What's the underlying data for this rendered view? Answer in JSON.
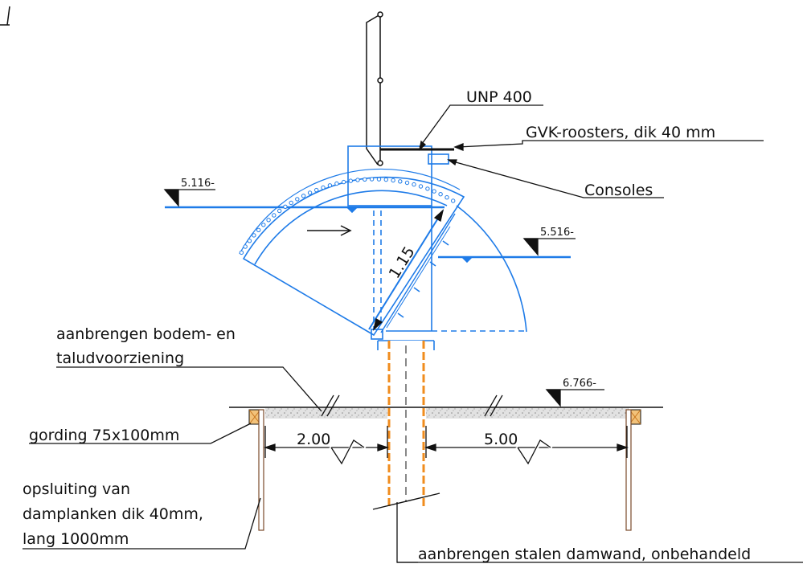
{
  "annotations": {
    "unp": "UNP 400",
    "gvk": "GVK-roosters, dik 40 mm",
    "consoles": "Consoles",
    "bodem_line1": "aanbrengen bodem- en",
    "bodem_line2": "taludvoorziening",
    "gording": "gording 75x100mm",
    "opsluiting_line1": "opsluiting van",
    "opsluiting_line2": "damplanken dik 40mm,",
    "opsluiting_line3": "lang 1000mm",
    "damwand": "aanbrengen stalen damwand, onbehandeld"
  },
  "levels": {
    "left": "5.116-",
    "right": "5.516-",
    "ground": "6.766-"
  },
  "dimensions": {
    "radius": "1.15",
    "left_span": "2.00",
    "right_span": "5.00"
  },
  "colors": {
    "line": "#111111",
    "steel": "#1e7be8",
    "sheet_pile": "#f08c1e",
    "ground_fill": "#d6d6d6",
    "timber": "#c8741c"
  }
}
